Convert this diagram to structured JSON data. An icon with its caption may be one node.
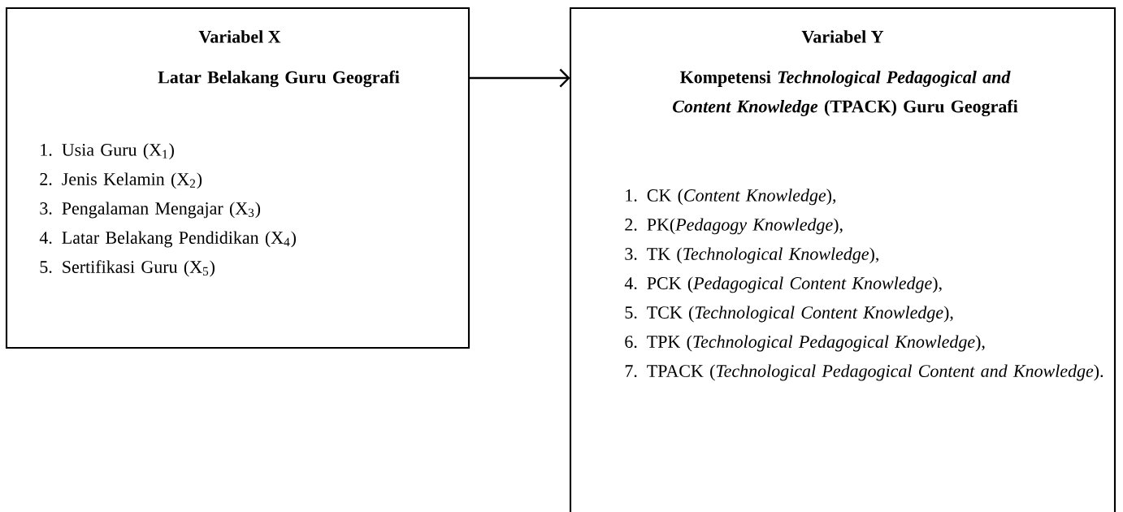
{
  "diagram": {
    "nodes": [
      {
        "text": [
          "Variabel X",
          "Latar Belakang Guru Geografi",
          "1. Usia Guru (X$_{1}$)",
          "2. Jenis Kelamin (X$_{2}$)",
          "3. Pengalaman Mengajar (X$_{3}$)",
          "4. Latar Belakang Pendidikan (X$_{4}$)",
          "5. Sertifikasi Guru (X$_{5}$)"
        ]
      },
      {
        "text": [
          "Variabel Y",
          "Kompetensi *Technological Pedagogical and Content Knowledge* (TPACK) Guru Geografi",
          "1. CK (*Content Knowledge*),",
          "2. PK(*Pedagogy Knowledge*),",
          "3. TK (*Technological Knowledge*),",
          "4. PCK (*Pedagogical Content Knowledge*),",
          "5. TCK (*Technological Content Knowledge*),",
          "6. TPK (*Technological Pedagogical Knowledge*),",
          "7. TPACK (*Technological Pedagogical Content and Knowledge*)."
        ]
      }
    ],
    "edges": [
      {
        "from": 0,
        "to": 1,
        "arrow": "to"
      }
    ]
  }
}
